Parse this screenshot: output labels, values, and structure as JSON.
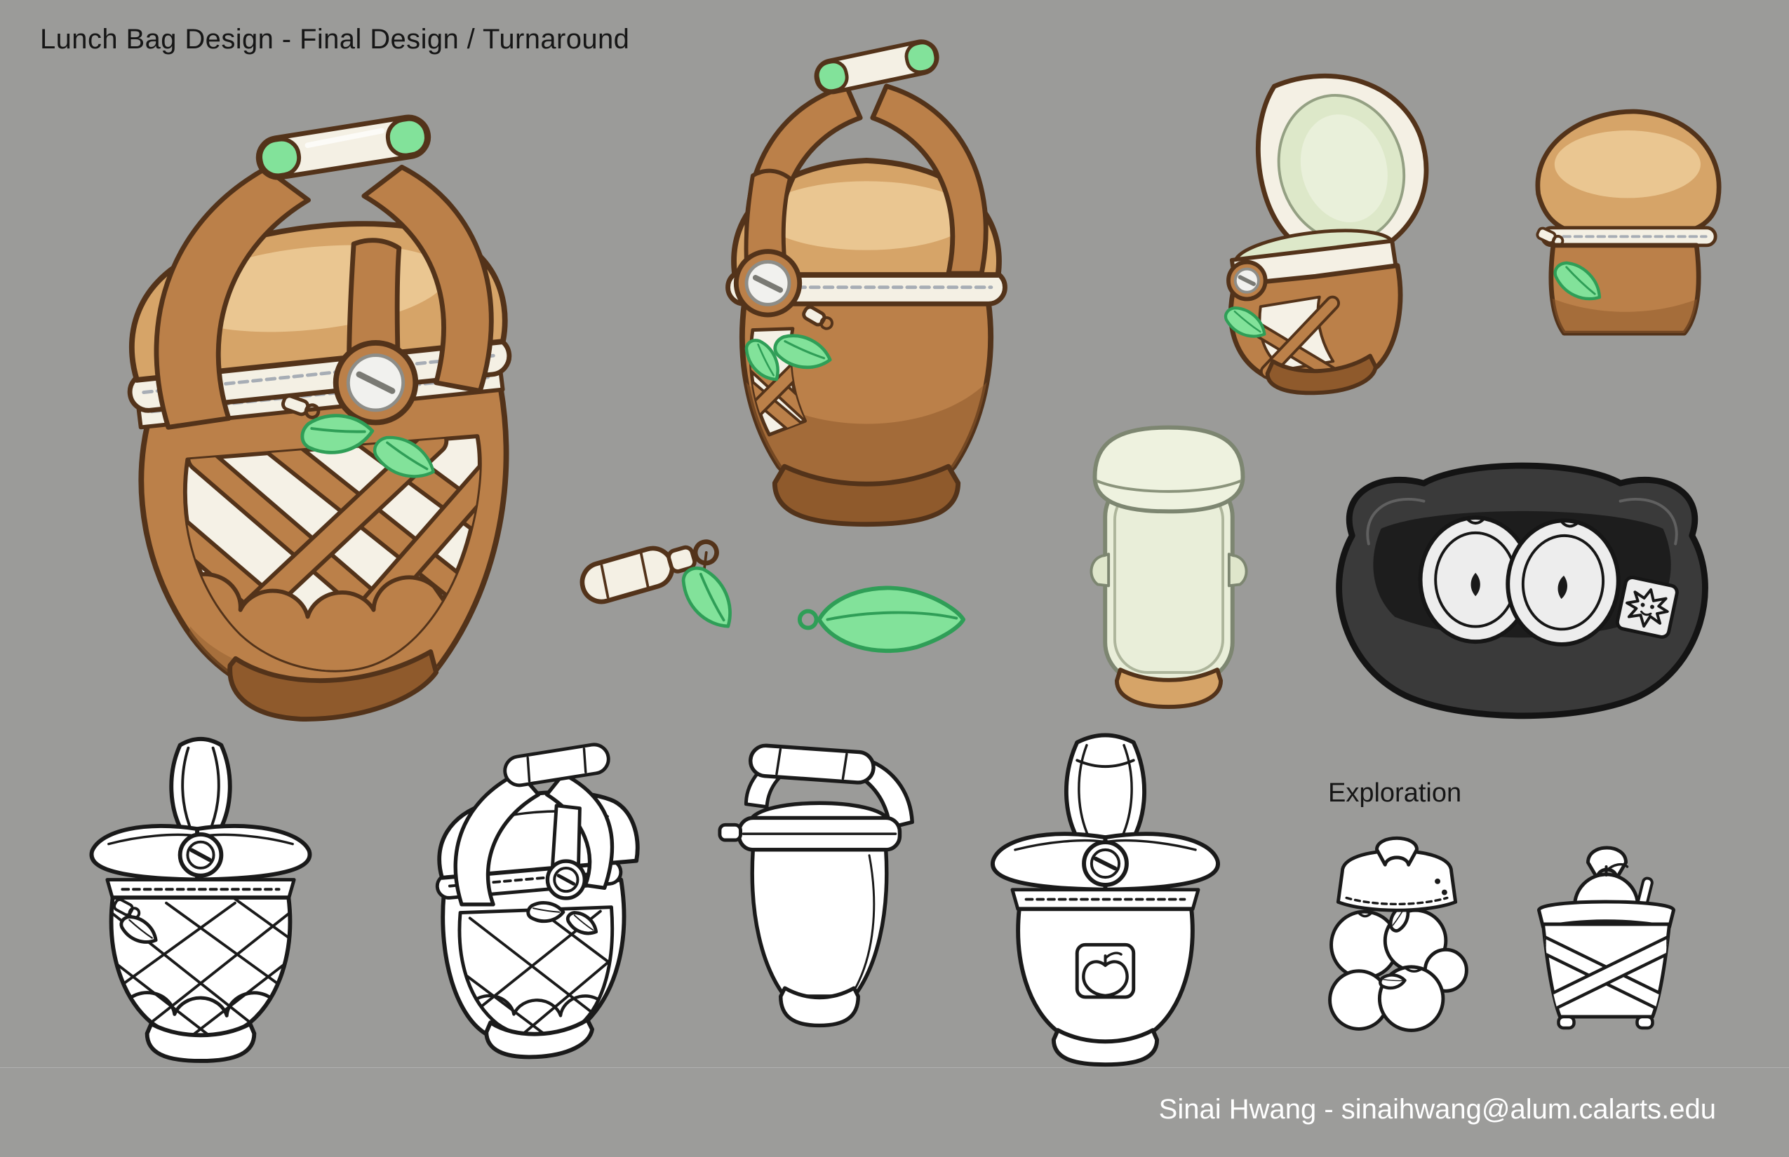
{
  "title": "Lunch Bag Design - Final Design / Turnaround",
  "exploration_label": "Exploration",
  "credit": "Sinai Hwang - sinaihwang@alum.calarts.edu",
  "palette": {
    "bg": "#9b9b99",
    "bg_lower": "#9c9c9a",
    "ink": "#161616",
    "credit_text": "#ffffff",
    "outline": "#53331a",
    "brown_mid": "#bb8049",
    "brown_dark": "#8f5a2c",
    "tan_mid": "#d6a468",
    "tan_light": "#ecca96",
    "cream": "#f4f0e4",
    "green_bright": "#82e29a",
    "green_dark": "#2f9e57",
    "interior_green": "#dde8c9",
    "flap_green": "#e9eed9",
    "dark_bag": "#3a3a3a",
    "line": "#1a1a1a",
    "white": "#ffffff"
  },
  "figures": [
    "final-three-quarter-view",
    "final-front-view",
    "open-lid-view",
    "back-top-view",
    "zipper-pull-detail",
    "leaf-charm-detail",
    "inner-pouch-back-view",
    "interior-contents-view",
    "lineart-front-view",
    "lineart-three-quarter-view",
    "lineart-side-view",
    "lineart-back-view",
    "exploration-apple-cluster-bag",
    "exploration-apple-basket"
  ]
}
